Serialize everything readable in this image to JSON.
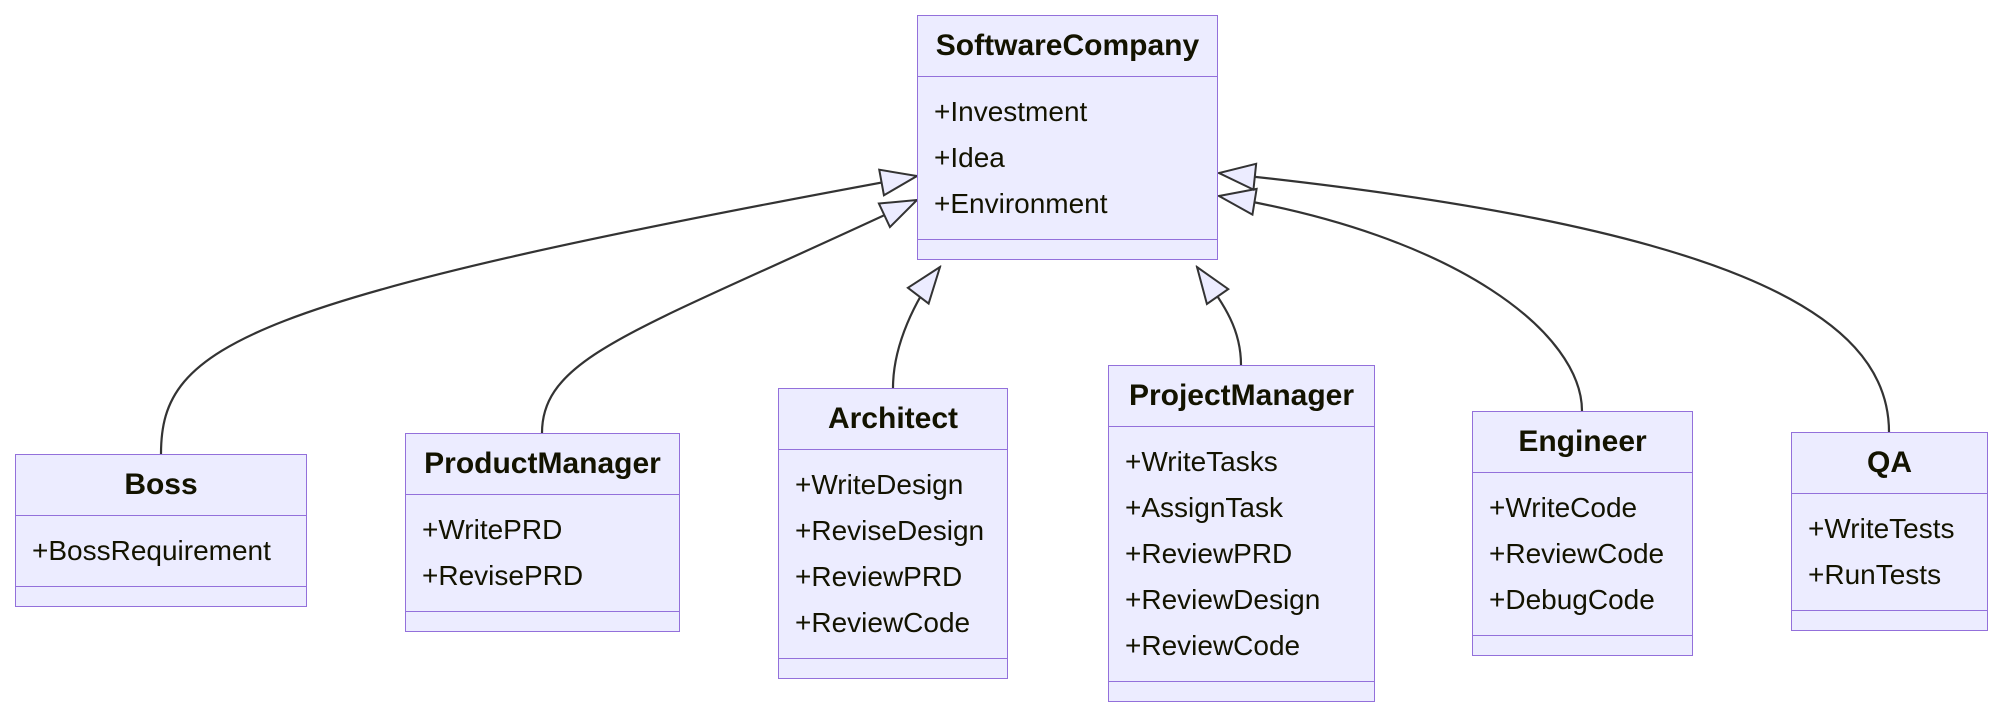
{
  "diagram": {
    "kind": "uml-class-diagram",
    "relation_type": "inheritance"
  },
  "colors": {
    "node_fill": "#ECECFF",
    "node_border": "#9370DB",
    "edge": "#333333",
    "text": "#131300"
  },
  "classes": [
    {
      "id": "SoftwareCompany",
      "name": "SoftwareCompany",
      "members": [
        "+Investment",
        "+Idea",
        "+Environment"
      ]
    },
    {
      "id": "Boss",
      "name": "Boss",
      "members": [
        "+BossRequirement"
      ]
    },
    {
      "id": "ProductManager",
      "name": "ProductManager",
      "members": [
        "+WritePRD",
        "+RevisePRD"
      ]
    },
    {
      "id": "Architect",
      "name": "Architect",
      "members": [
        "+WriteDesign",
        "+ReviseDesign",
        "+ReviewPRD",
        "+ReviewCode"
      ]
    },
    {
      "id": "ProjectManager",
      "name": "ProjectManager",
      "members": [
        "+WriteTasks",
        "+AssignTask",
        "+ReviewPRD",
        "+ReviewDesign",
        "+ReviewCode"
      ]
    },
    {
      "id": "Engineer",
      "name": "Engineer",
      "members": [
        "+WriteCode",
        "+ReviewCode",
        "+DebugCode"
      ]
    },
    {
      "id": "QA",
      "name": "QA",
      "members": [
        "+WriteTests",
        "+RunTests"
      ]
    }
  ],
  "relations": [
    {
      "from": "Boss",
      "to": "SoftwareCompany",
      "type": "inheritance"
    },
    {
      "from": "ProductManager",
      "to": "SoftwareCompany",
      "type": "inheritance"
    },
    {
      "from": "Architect",
      "to": "SoftwareCompany",
      "type": "inheritance"
    },
    {
      "from": "ProjectManager",
      "to": "SoftwareCompany",
      "type": "inheritance"
    },
    {
      "from": "Engineer",
      "to": "SoftwareCompany",
      "type": "inheritance"
    },
    {
      "from": "QA",
      "to": "SoftwareCompany",
      "type": "inheritance"
    }
  ]
}
